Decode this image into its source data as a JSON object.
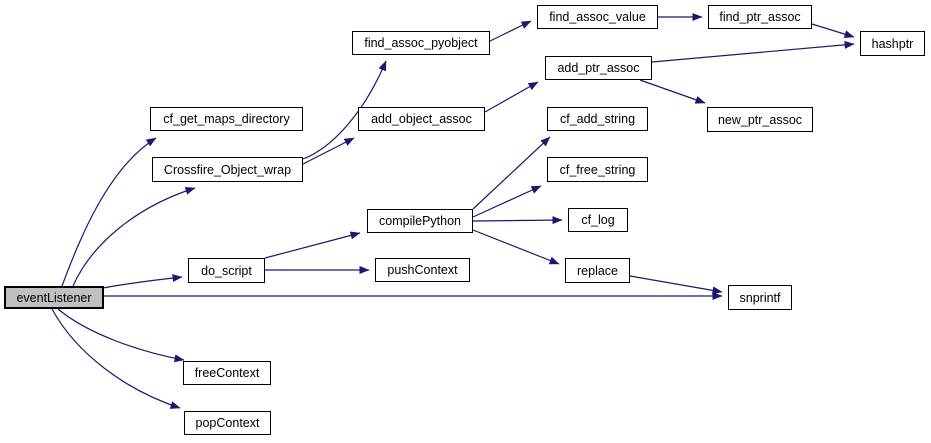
{
  "diagram": {
    "type": "call-graph",
    "background_color": "#ffffff",
    "edge_color": "#191970",
    "node_fill": "#ffffff",
    "node_border_color": "#000000",
    "highlight_node_fill": "#c0c0c0",
    "root": "eventListener",
    "nodes": {
      "eventListener": {
        "label": "eventListener",
        "highlighted": true
      },
      "cf_get_maps_directory": {
        "label": "cf_get_maps_directory",
        "highlighted": false
      },
      "Crossfire_Object_wrap": {
        "label": "Crossfire_Object_wrap",
        "highlighted": false
      },
      "do_script": {
        "label": "do_script",
        "highlighted": false
      },
      "freeContext": {
        "label": "freeContext",
        "highlighted": false
      },
      "popContext": {
        "label": "popContext",
        "highlighted": false
      },
      "find_assoc_pyobject": {
        "label": "find_assoc_pyobject",
        "highlighted": false
      },
      "add_object_assoc": {
        "label": "add_object_assoc",
        "highlighted": false
      },
      "compilePython": {
        "label": "compilePython",
        "highlighted": false
      },
      "pushContext": {
        "label": "pushContext",
        "highlighted": false
      },
      "find_assoc_value": {
        "label": "find_assoc_value",
        "highlighted": false
      },
      "add_ptr_assoc": {
        "label": "add_ptr_assoc",
        "highlighted": false
      },
      "cf_add_string": {
        "label": "cf_add_string",
        "highlighted": false
      },
      "cf_free_string": {
        "label": "cf_free_string",
        "highlighted": false
      },
      "cf_log": {
        "label": "cf_log",
        "highlighted": false
      },
      "replace": {
        "label": "replace",
        "highlighted": false
      },
      "find_ptr_assoc": {
        "label": "find_ptr_assoc",
        "highlighted": false
      },
      "new_ptr_assoc": {
        "label": "new_ptr_assoc",
        "highlighted": false
      },
      "hashptr": {
        "label": "hashptr",
        "highlighted": false
      },
      "snprintf": {
        "label": "snprintf",
        "highlighted": false
      }
    },
    "edges": [
      {
        "from": "eventListener",
        "to": "cf_get_maps_directory"
      },
      {
        "from": "eventListener",
        "to": "Crossfire_Object_wrap"
      },
      {
        "from": "eventListener",
        "to": "do_script"
      },
      {
        "from": "eventListener",
        "to": "snprintf"
      },
      {
        "from": "eventListener",
        "to": "freeContext"
      },
      {
        "from": "eventListener",
        "to": "popContext"
      },
      {
        "from": "Crossfire_Object_wrap",
        "to": "find_assoc_pyobject"
      },
      {
        "from": "Crossfire_Object_wrap",
        "to": "add_object_assoc"
      },
      {
        "from": "find_assoc_pyobject",
        "to": "find_assoc_value"
      },
      {
        "from": "find_assoc_value",
        "to": "find_ptr_assoc"
      },
      {
        "from": "find_ptr_assoc",
        "to": "hashptr"
      },
      {
        "from": "add_object_assoc",
        "to": "add_ptr_assoc"
      },
      {
        "from": "add_ptr_assoc",
        "to": "hashptr"
      },
      {
        "from": "add_ptr_assoc",
        "to": "new_ptr_assoc"
      },
      {
        "from": "do_script",
        "to": "compilePython"
      },
      {
        "from": "do_script",
        "to": "pushContext"
      },
      {
        "from": "compilePython",
        "to": "cf_add_string"
      },
      {
        "from": "compilePython",
        "to": "cf_free_string"
      },
      {
        "from": "compilePython",
        "to": "cf_log"
      },
      {
        "from": "compilePython",
        "to": "replace"
      },
      {
        "from": "replace",
        "to": "snprintf"
      }
    ]
  }
}
